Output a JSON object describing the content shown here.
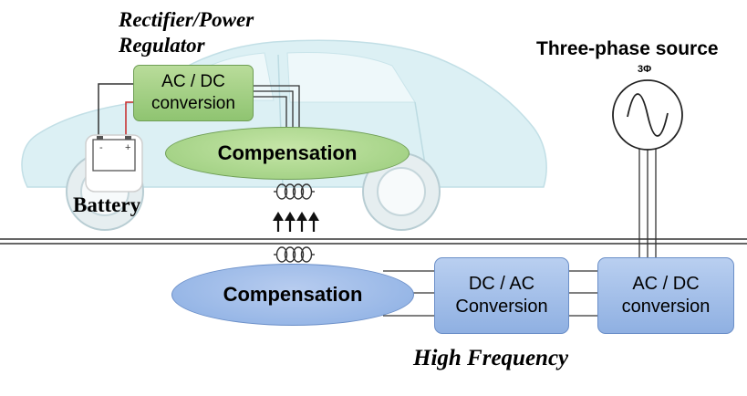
{
  "vehicle": {
    "rectifier_title": "Rectifier/Power\nRegulator",
    "acdc_box": "AC / DC\nconversion",
    "compensation": "Compensation",
    "battery_label": "Battery",
    "battery_minus": "-",
    "battery_plus": "+"
  },
  "ground": {
    "compensation": "Compensation",
    "dcac_box": "DC / AC\nConversion",
    "acdc_box": "AC / DC\nconversion",
    "high_frequency_label": "High Frequency"
  },
  "source": {
    "title": "Three-phase source",
    "phase_symbol": "3Φ"
  },
  "colors": {
    "green_fill": "#9fcd80",
    "blue_fill": "#9dbbe8",
    "car_body": "#d9eef3",
    "coil": "#333333"
  },
  "icons": [
    "car-icon",
    "battery-icon",
    "coil-icon",
    "arrow-up-icon",
    "ac-source-icon"
  ]
}
